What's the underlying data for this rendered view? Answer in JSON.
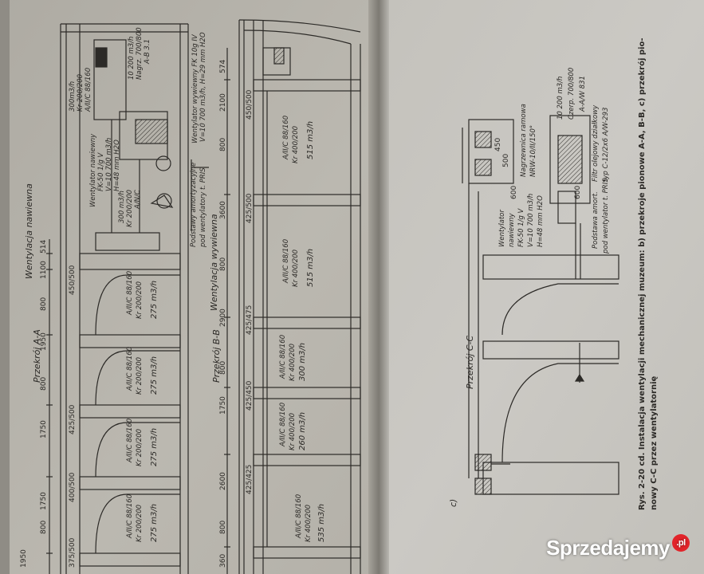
{
  "left_page": {
    "title_a": "Wentylacja nawiewna",
    "section_a": "Przekrój A-A",
    "section_b": "Przekrój B-B",
    "title_b": "Wentylacja wywiewna",
    "top_right_box": [
      "10 200 m3/h",
      "Nagrz. 700/800",
      "A-B 3.1"
    ],
    "fan_exhaust": [
      "Wentylator wywiewny FK 10g IV",
      "V=10 700 m3/h, H=29 mm H2O"
    ],
    "fan_supply": [
      "Wentylator nawiewny",
      "FK-50 1/g V",
      "V=10 700 m3/h",
      "H=48 mm H2O"
    ],
    "mount": [
      "Podstawy amortyzacyjne",
      "pod wentylatory t. PRIS"
    ],
    "kr_top": "Kr 200/200",
    "anvic": "A/N/C",
    "flow_300": "300 m3/h",
    "airflows_a": [
      "275 m3/h",
      "275 m3/h",
      "275 m3/h",
      "275 m3/h"
    ],
    "grilles_a": [
      "Kr 200/200",
      "A/II/C 88/160"
    ],
    "airflows_b": [
      "515 m3/h",
      "515 m3/h",
      "300 m3/h",
      "260 m3/h",
      "535 m3/h"
    ],
    "grilles_b": [
      "Kr 400/200",
      "A/II/C 88/160"
    ],
    "dims_a": [
      "514",
      "1100",
      "800",
      "1950",
      "450/500",
      "800",
      "1750",
      "425/500",
      "1750",
      "400/500",
      "800",
      "375/500",
      "1950"
    ],
    "dims_b": [
      "574",
      "2100",
      "800",
      "450/500",
      "3600",
      "425/500",
      "800",
      "2900",
      "425/475",
      "800",
      "1750",
      "425/450",
      "2600",
      "425/425",
      "800",
      "360"
    ],
    "dim_top_left": "300m3/h",
    "dim_top_left2": "Kr 200/200",
    "dim_top_left3": "A/II/C 88/160"
  },
  "right_page": {
    "section_c": "Przekrój C-C",
    "letter_c": "c)",
    "box_top": [
      "10 200 m3/h",
      "Czerp. 700/800",
      "A-A/W 831"
    ],
    "heater": [
      "Nagrzewnica ramowa",
      "NRW-10/II/150°"
    ],
    "filter": [
      "Filtr olejowy działkowy",
      "typ C-12/2x6 A/W-293"
    ],
    "fan": [
      "Wentylator",
      "nawiewny",
      "FK-50 1/g V",
      "V=10 700 m3/h",
      "H=48 mm H2O"
    ],
    "mount": [
      "Podstawa amort.",
      "pod wentylator t. PRIS"
    ],
    "dims": [
      "450",
      "500",
      "600",
      "600"
    ],
    "caption": [
      "Rys. 2-20 cd. Instalacja wentylacji mechanicznej muzeum: b) przekroje pionowe A-A, B-B, c) przekrój pio-",
      "nowy C-C przez wentylatornię"
    ]
  },
  "watermark": {
    "text": "Sprzedajemy",
    "badge": ".pl"
  },
  "colors": {
    "paper_left": "#b9b6ae",
    "paper_right": "#c8c6c1",
    "ink": "#2c2a27",
    "background": "#1c1b18",
    "logo_red": "#e2242a"
  }
}
